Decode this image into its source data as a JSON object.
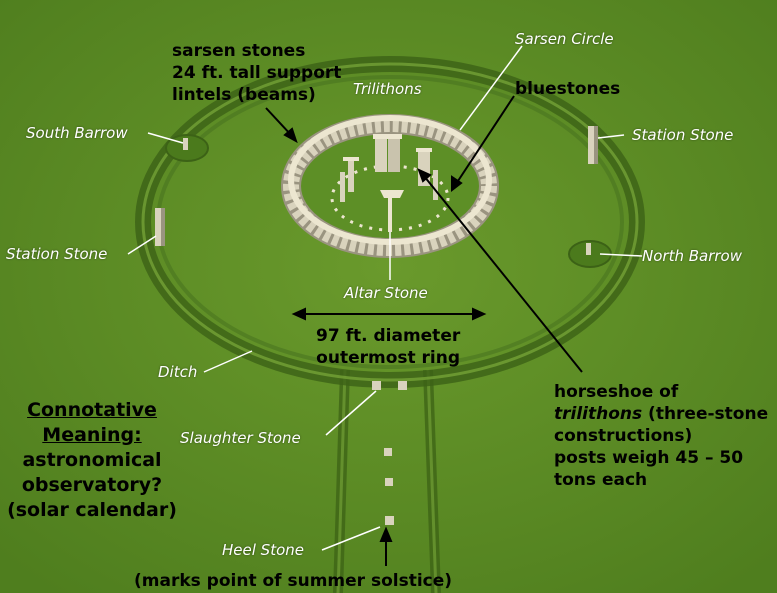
{
  "labels": {
    "sarsen_stones": "sarsen stones",
    "sarsen_height": "24 ft. tall support",
    "sarsen_lintels": "lintels (beams)",
    "trilithons": "Trilithons",
    "sarsen_circle": "Sarsen Circle",
    "bluestones": "bluestones",
    "south_barrow": "South Barrow",
    "station_stone_right": "Station Stone",
    "station_stone_left": "Station Stone",
    "north_barrow": "North Barrow",
    "altar_stone": "Altar Stone",
    "diameter_line1": "97 ft. diameter",
    "diameter_line2": "outermost ring",
    "ditch": "Ditch",
    "horseshoe_line1": "horseshoe of",
    "horseshoe_italic": "trilithons",
    "horseshoe_rest": " (three-stone",
    "horseshoe_line3": "constructions)",
    "horseshoe_line4": "posts weigh 45 – 50",
    "horseshoe_line5": "tons each",
    "connotative": "Connotative",
    "meaning": "Meaning:",
    "astronomical": "astronomical",
    "observatory": "observatory?",
    "solar_calendar": "(solar calendar)",
    "slaughter_stone": "Slaughter Stone",
    "heel_stone": "Heel Stone",
    "solstice": "(marks point of summer solstice)"
  },
  "colors": {
    "grass": "#5a8a24",
    "ditch_dark": "#3c6216",
    "stone": "#d9d3bd",
    "stone_shadow": "#9a9480",
    "label_white": "#ffffff",
    "label_black": "#000000"
  }
}
